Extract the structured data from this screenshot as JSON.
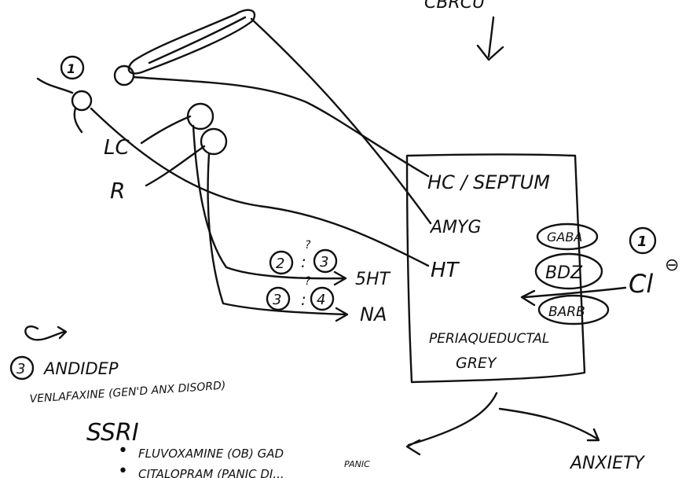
{
  "header_fragment": "CBRCU",
  "markers": {
    "left": "1",
    "right": "1"
  },
  "left_labels": {
    "lc": "LC",
    "r": "R"
  },
  "box": {
    "rows": [
      "HC / SEPTUM",
      "AMYG",
      "HT"
    ],
    "bottom": [
      "PERIAQUEDUCTAL",
      "GREY"
    ]
  },
  "receptor_complex": [
    "GABA",
    "BDZ",
    "BARB"
  ],
  "ion": "Cl",
  "ion_charge": "⊖",
  "neurotransmitter_lines": [
    {
      "numbers": [
        "2",
        "3"
      ],
      "question": "?",
      "target": "5HT"
    },
    {
      "numbers": [
        "3",
        "4"
      ],
      "question": "?",
      "target": "NA"
    }
  ],
  "outputs": {
    "anxiety": "ANXIETY"
  },
  "notes": {
    "number": "3",
    "heading": "ANDIDEP",
    "line1": "VENLAFAXINE (GEN'D ANX DISORD)",
    "line2": "SSRI",
    "bullet1": "FLUVOXAMINE (OB) GAD",
    "bullet1_sup": "PANIC",
    "bullet2": "CITALOPRAM (PANIC DI..."
  },
  "colors": {
    "ink": "#111111",
    "paper": "#ffffff"
  }
}
